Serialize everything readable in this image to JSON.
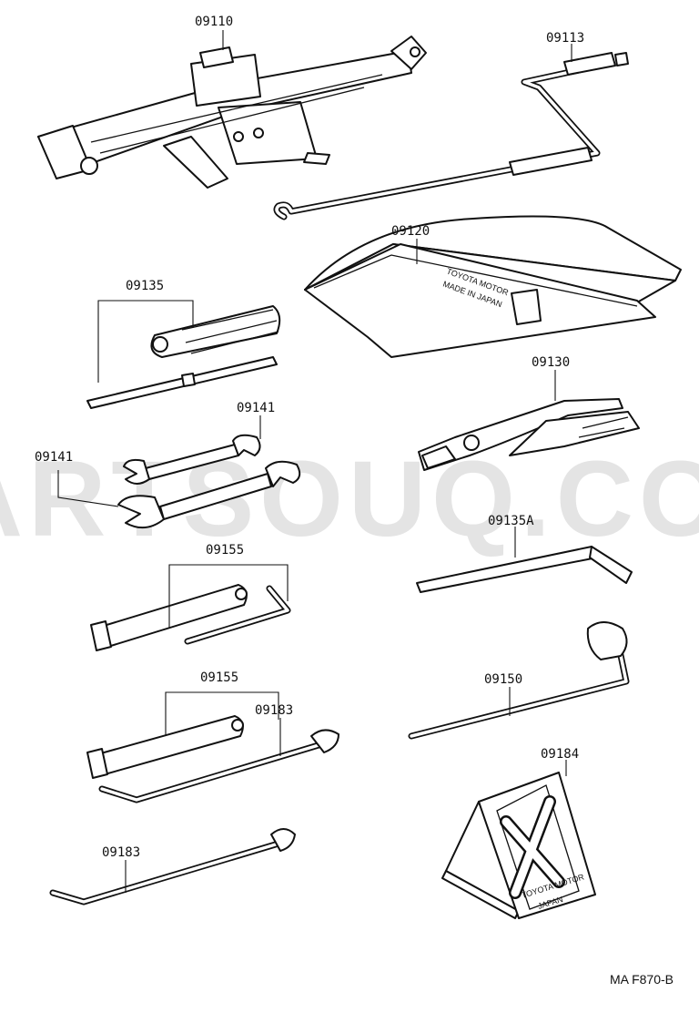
{
  "watermark": "PARTSOUQ.COM",
  "footer_code": "MA F870-B",
  "labels": {
    "jack": "09110",
    "jack_handle": "09113",
    "tool_bag": "09120",
    "screwdriver": "09135",
    "wrench_small": "09141",
    "wrench_large": "09141",
    "pliers": "09130",
    "screwdriver_l": "09135A",
    "plug_wrench_set_a": "09155",
    "plug_wrench_set_b": "09155",
    "hub_nut_wrench": "09150",
    "tire_bar_a": "09183",
    "tire_bar_b": "09183",
    "wheel_chock": "09184"
  },
  "printed_text": {
    "bag_line1": "TOYOTA MOTOR",
    "bag_line2": "MADE IN JAPAN",
    "chock_line1": "TOYOTA MOTOR",
    "chock_line2": "JAPAN"
  },
  "colors": {
    "line": "#111111",
    "watermark": "#e4e4e4",
    "background": "#ffffff"
  }
}
